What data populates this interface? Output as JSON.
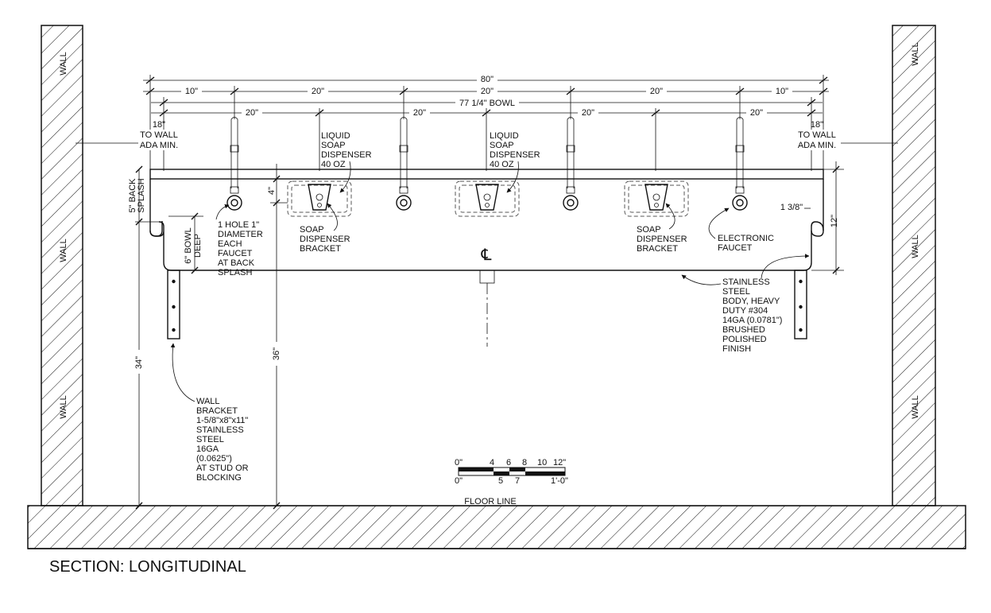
{
  "title": "SECTION: LONGITUDINAL",
  "walls": {
    "label": "WALL"
  },
  "floor_label": "FLOOR LINE",
  "centerline_symbol": "℄",
  "dimensions": {
    "overall": "80\"",
    "bowl": "77 1/4\" BOWL",
    "top_row": [
      "10\"",
      "20\"",
      "20\"",
      "20\"",
      "10\""
    ],
    "second_row": [
      "20\"",
      "20\"",
      "20\"",
      "20\""
    ],
    "to_wall_left": [
      "18\"",
      "TO WALL",
      "ADA MIN."
    ],
    "to_wall_right": [
      "18\"",
      "TO WALL",
      "ADA MIN."
    ],
    "back_splash": [
      "5\" BACK",
      "SPLASH"
    ],
    "bowl_deep": [
      "6\" BOWL",
      "DEEP"
    ],
    "four_in": "4\"",
    "twelve_in": "12\"",
    "one_three_eighths": "1 3/8\"",
    "height_34": "34\"",
    "height_36": "36\""
  },
  "callouts": {
    "soap_dispenser_1": [
      "LIQUID",
      "SOAP",
      "DISPENSER",
      "40 OZ"
    ],
    "soap_dispenser_2": [
      "LIQUID",
      "SOAP",
      "DISPENSER",
      "40 OZ"
    ],
    "hole": [
      "1 HOLE 1\"",
      "DIAMETER",
      "EACH",
      "FAUCET",
      "AT BACK",
      "SPLASH"
    ],
    "bracket_1": [
      "SOAP",
      "DISPENSER",
      "BRACKET"
    ],
    "bracket_2": [
      "SOAP",
      "DISPENSER",
      "BRACKET"
    ],
    "faucet": [
      "ELECTRONIC",
      "FAUCET"
    ],
    "body": [
      "STAINLESS",
      "STEEL",
      "BODY, HEAVY",
      "DUTY #304",
      "14GA (0.0781\")",
      "BRUSHED",
      "POLISHED",
      "FINISH"
    ],
    "wall_bracket": [
      "WALL",
      "BRACKET",
      "1-5/8\"x8\"x11\"",
      "STAINLESS",
      "STEEL",
      "16GA",
      "(0.0625\")",
      "AT STUD OR",
      "BLOCKING"
    ]
  },
  "scale_bar": {
    "top_labels": [
      "0\"",
      "4",
      "6",
      "8",
      "10",
      "12\""
    ],
    "bottom_labels": [
      "0\"",
      "5",
      "7",
      "1'-0\""
    ]
  }
}
